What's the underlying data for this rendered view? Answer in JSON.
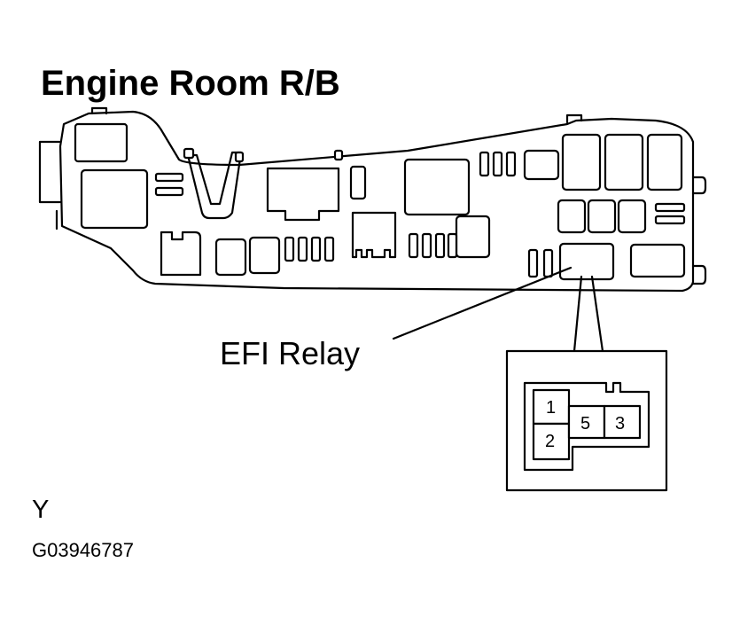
{
  "title": "Engine Room R/B",
  "callout_label": "EFI Relay",
  "connector_pins": [
    "1",
    "2",
    "5",
    "3"
  ],
  "view_code": "Y",
  "figure_code": "G03946787",
  "colors": {
    "line": "#000000",
    "background": "#ffffff"
  }
}
